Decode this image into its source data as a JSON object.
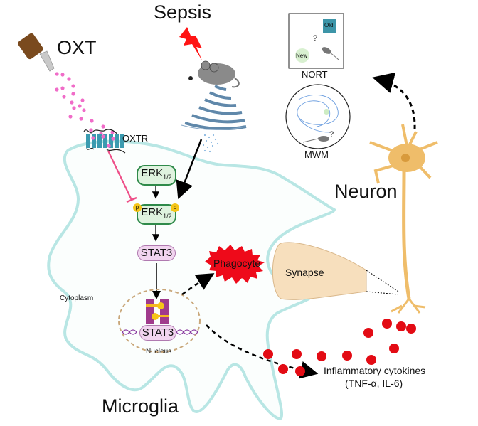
{
  "figure": {
    "title_labels": {
      "oxt": "OXT",
      "sepsis": "Sepsis",
      "oxtr": "OXTR",
      "neuron": "Neuron",
      "microglia": "Microglia",
      "cytoplasm": "Cytoplasm",
      "nucleus": "Nucleus",
      "phagocyte": "Phagocyte",
      "synapse": "Synapse"
    },
    "pathway": {
      "erk_main": "ERK",
      "erk_sub": "1/2",
      "erk_phospho_main": "ERK",
      "erk_phospho_sub": "1/2",
      "phospho_mark": "p",
      "stat3": "STAT3",
      "stat3_nuclear": "STAT3"
    },
    "behavior_tests": {
      "nort": {
        "label": "NORT",
        "old": "Old",
        "new": "New",
        "question": "?"
      },
      "mwm": {
        "label": "MWM",
        "question": "?"
      }
    },
    "cytokines": {
      "line1": "Inflammatory cytokines",
      "line2": "(TNF-α,  IL-6)"
    },
    "colors": {
      "oxt_drops": "#f06cc8",
      "receptor": "#3b9bb0",
      "inhibit": "#ee4f88",
      "erk_fill": "#dff3df",
      "erk_border": "#2f8a4a",
      "stat_fill": "#f1d4ef",
      "phospho": "#f5c518",
      "phagocyte": "#ee0a1a",
      "synapse": "#f7dfbd",
      "neuron": "#efbd6a",
      "microglia_outline": "#b8e6e4",
      "cytokine": "#e30b14",
      "lightning": "#ff1414"
    }
  }
}
